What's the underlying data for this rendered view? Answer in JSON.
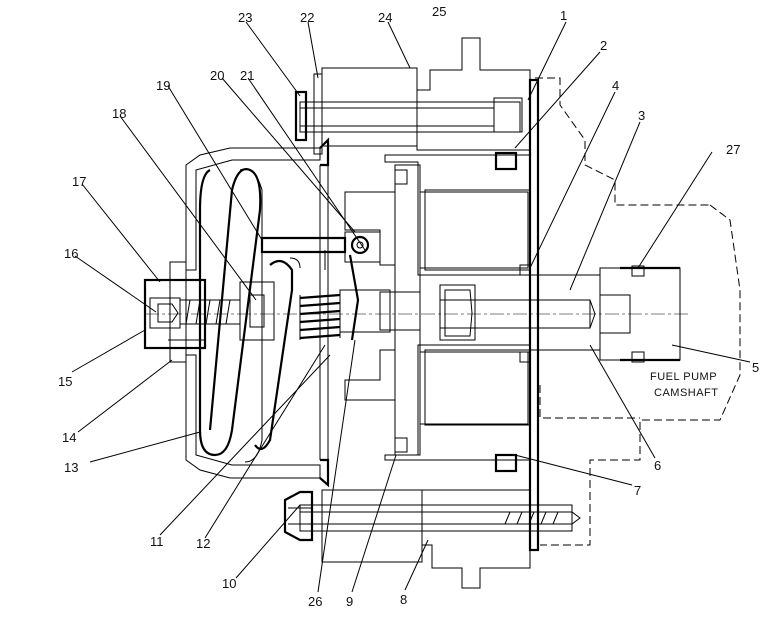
{
  "diagram": {
    "callouts": [
      {
        "id": "1",
        "label": "1"
      },
      {
        "id": "2",
        "label": "2"
      },
      {
        "id": "3",
        "label": "3"
      },
      {
        "id": "4",
        "label": "4"
      },
      {
        "id": "5",
        "label": "5"
      },
      {
        "id": "6",
        "label": "6"
      },
      {
        "id": "7",
        "label": "7"
      },
      {
        "id": "8",
        "label": "8"
      },
      {
        "id": "9",
        "label": "9"
      },
      {
        "id": "10",
        "label": "10"
      },
      {
        "id": "11",
        "label": "11"
      },
      {
        "id": "12",
        "label": "12"
      },
      {
        "id": "13",
        "label": "13"
      },
      {
        "id": "14",
        "label": "14"
      },
      {
        "id": "15",
        "label": "15"
      },
      {
        "id": "16",
        "label": "16"
      },
      {
        "id": "17",
        "label": "17"
      },
      {
        "id": "18",
        "label": "18"
      },
      {
        "id": "19",
        "label": "19"
      },
      {
        "id": "20",
        "label": "20"
      },
      {
        "id": "21",
        "label": "21"
      },
      {
        "id": "22",
        "label": "22"
      },
      {
        "id": "23",
        "label": "23"
      },
      {
        "id": "24",
        "label": "24"
      },
      {
        "id": "25",
        "label": "25"
      },
      {
        "id": "26",
        "label": "26"
      },
      {
        "id": "27",
        "label": "27"
      }
    ],
    "caption": {
      "line1": "FUEL PUMP",
      "line2": "CAMSHAFT"
    }
  }
}
